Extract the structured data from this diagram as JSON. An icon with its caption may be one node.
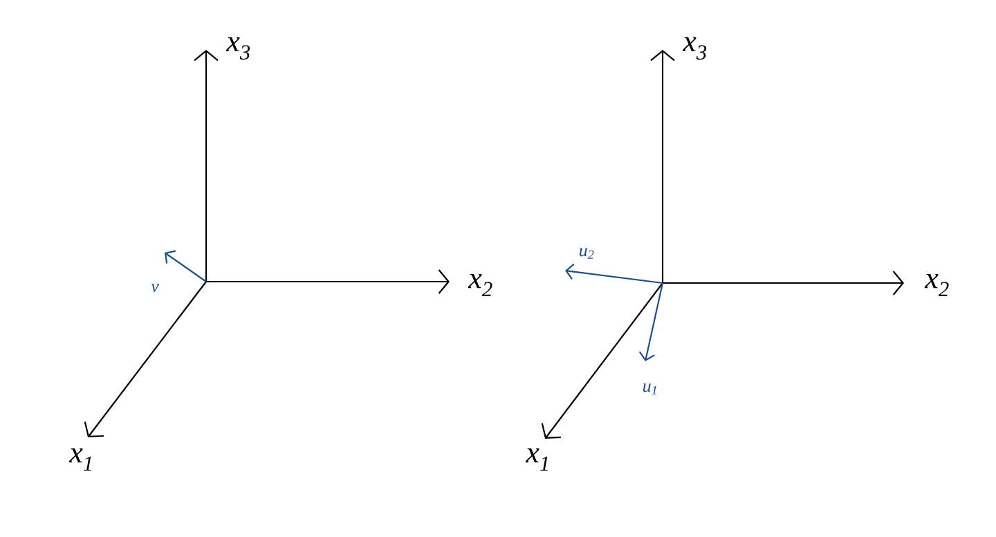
{
  "diagram": {
    "labels": [
      "x$_{3}$",
      "x$_{2}$",
      "v",
      "x$_{1}$",
      "x$_{3}$",
      "u$_{2}$",
      "x$_{2}$",
      "u$_{1}$",
      "x$_{1}$"
    ]
  }
}
